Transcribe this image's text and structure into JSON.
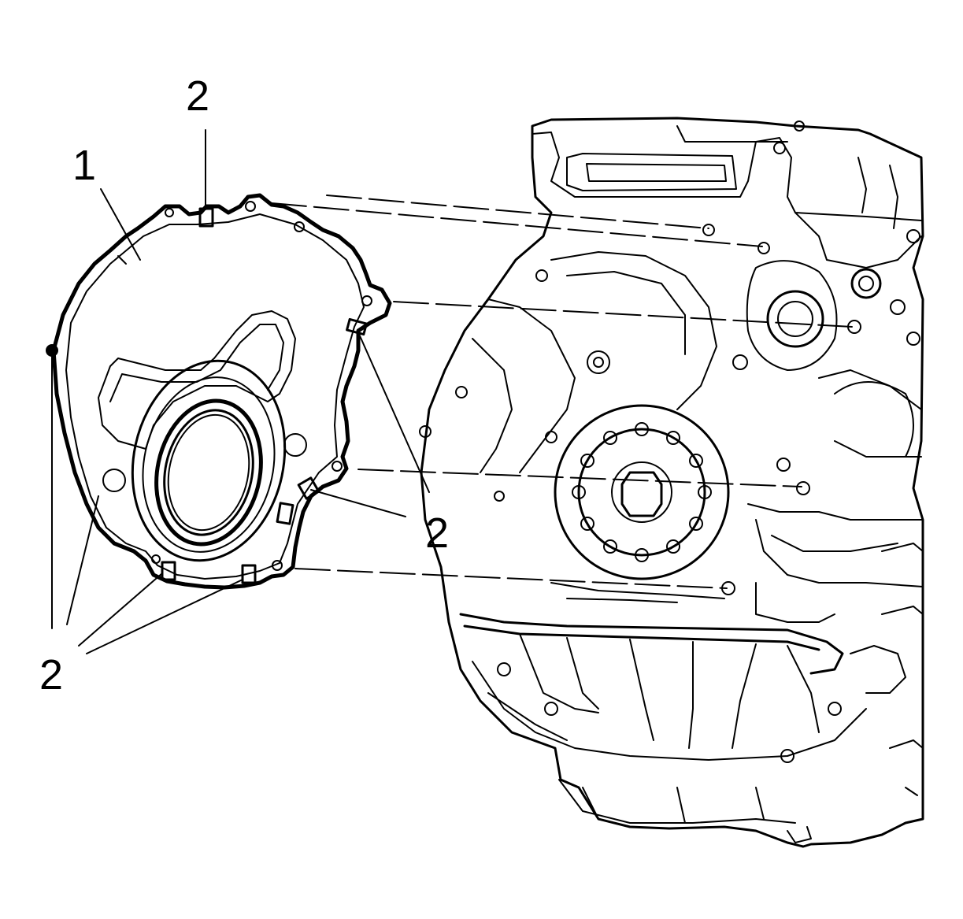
{
  "figure": {
    "background": "#ffffff",
    "ink": "#000000"
  },
  "callouts": {
    "front_cover": "1",
    "seal_top": "2",
    "seal_right": "2",
    "seal_lower_group": "2"
  }
}
